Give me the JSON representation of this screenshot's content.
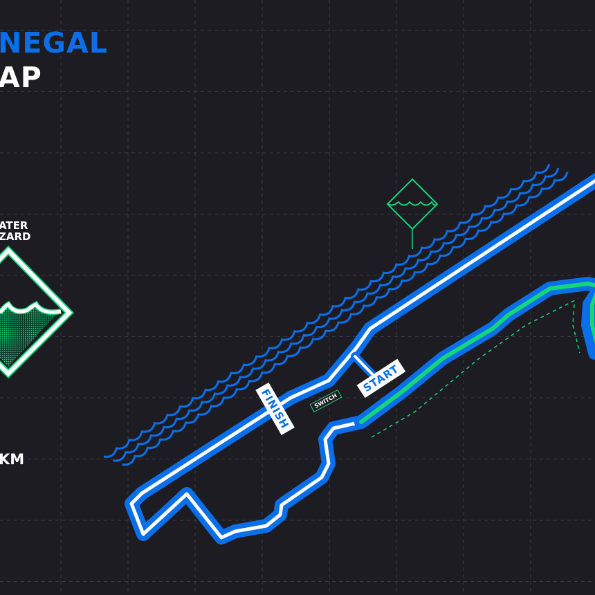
{
  "header": {
    "title": "NEGAL",
    "subtitle": "AP"
  },
  "legend": {
    "hazard_line1": "ATER",
    "hazard_line2": "ZARD",
    "hazard_icon": "water-hazard-icon",
    "distance": "KM"
  },
  "track": {
    "start_label": "START",
    "finish_label": "FINISH",
    "switch_label": "SWITCH"
  },
  "colors": {
    "background": "#1d1c22",
    "track": "#0a6fe8",
    "track_center": "#ffffff",
    "accent": "#16d67a",
    "grid": "#3a3942"
  }
}
